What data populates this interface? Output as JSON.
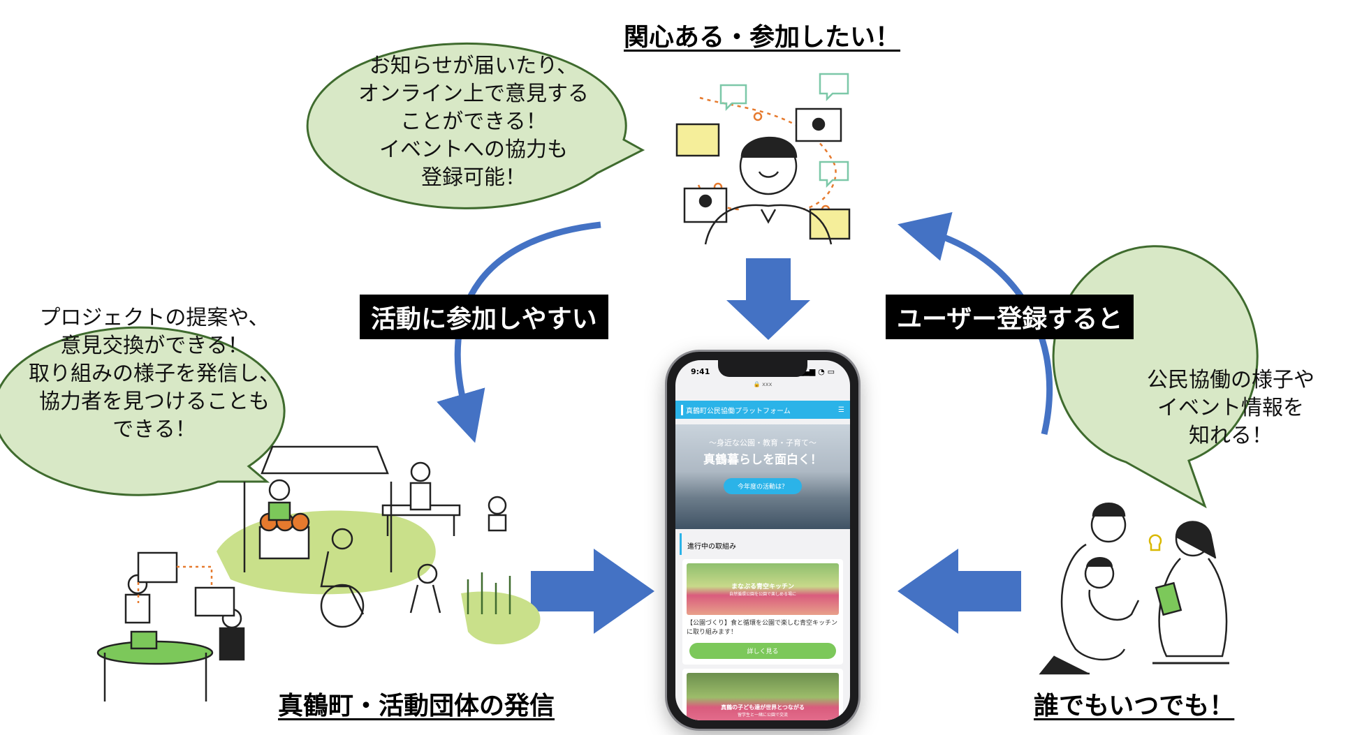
{
  "headings": {
    "top": "関心ある・参加したい！",
    "left": "真鶴町・活動団体の発信",
    "right": "誰でもいつでも！"
  },
  "labels": {
    "left": "活動に参加しやすい",
    "right": "ユーザー登録すると"
  },
  "bubbles": {
    "top": [
      "お知らせが届いたり、",
      "オンライン上で意見する",
      "ことができる！",
      "イベントへの協力も",
      "登録可能！"
    ],
    "left": [
      "プロジェクトの提案や、",
      "意見交換ができる！",
      "取り組みの様子を発信し、",
      "協力者を見つけることも",
      "できる！"
    ],
    "right": [
      "公民協働の様子や",
      "イベント情報を",
      "知れる！"
    ]
  },
  "phone": {
    "time": "9:41",
    "url": "xxx",
    "site_title": "真鶴町公民協働プラットフォーム",
    "menu_icon": "hamburger-icon",
    "hero_sub": "〜身近な公園・教育・子育て〜",
    "hero_title": "真鶴暮らしを面白く！",
    "hero_button": "今年度の活動は？",
    "section_title": "進行中の取組み",
    "card1": {
      "image_title": "まなぶる青空キッチン",
      "image_sub": "自然循環公園を公園で楽しめる場に",
      "text": "【公園づくり】食と循環を公園で楽しむ青空キッチンに取り組みます！",
      "button": "詳しく見る"
    },
    "card2": {
      "image_title": "真鶴の子ども達が世界とつながる",
      "image_sub": "留学生と一緒に公園で交流"
    }
  },
  "colors": {
    "bubble_fill": "#d8e8c6",
    "bubble_stroke": "#3f6b2e",
    "arrow_blue": "#4472c4",
    "accent_blue": "#2bb3e8",
    "illustration_green": "#c9e08a"
  }
}
